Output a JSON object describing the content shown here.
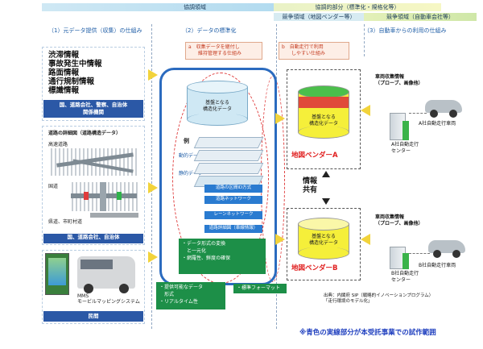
{
  "bands": {
    "cooperative": "協調領域",
    "mid": "協調的部分（標準化・規格化等）",
    "map_vendor": "競争領域（地図ベンダー等）",
    "automaker": "競争領域（自動車会社等）"
  },
  "headings": {
    "h1": "（1）元データ提供（収集）の仕組み",
    "h2": "（2）データの標準化",
    "h3": "（3）自動車からの利用の仕組み"
  },
  "left": {
    "info_items": [
      "渋滞情報",
      "事故発生中情報",
      "路面情報",
      "通行規制情報",
      "標識情報"
    ],
    "info_provider": "国、道路会社、警察、自治体\n関係機関",
    "road_title": "道路の詳細図（道路構造データ）",
    "highway": "高速道路",
    "national": "国道",
    "prefectural": "県道、市町村道",
    "road_provider": "国、道路会社、自治体",
    "mms": "MMS\nモービルマッピングシステム",
    "private": "民間"
  },
  "middle": {
    "label_a": "a　収集データを継付し\n　　維持管理する仕組み",
    "label_b": "b　自動走行で利用\n　　しやすい仕組み",
    "db_label": "基盤となる\n構造化データ",
    "example": "例",
    "dynamic": "動的データ",
    "static": "静的データ",
    "layers": [
      "道路の区間ID方式",
      "道路ネットワーク",
      "レーンネットワーク",
      "道路詳細図（車線情報）"
    ],
    "green_box": "・データ形式の変換\n　と一元化\n・網羅性、鮮度の確保",
    "bottom_left": "・提供可能なデータ\n　形式\n・リアルタイム性",
    "bottom_right": "・標準フォーマット"
  },
  "right": {
    "probe": "車両収集情報\n（プローブ、画像他）",
    "db_label": "基盤となる\n構造化データ",
    "vendor_a": "地図ベンダーA",
    "vendor_b": "地図ベンダーB",
    "sharing": "情報\n共有",
    "car_a": "A社自動走行車両",
    "center_a": "A社自動走行\nセンター",
    "car_b": "B社自動走行車両",
    "center_b": "B社自動走行\nセンター",
    "source": "出典：内閣府 SIP（戦略的イノベーションプログラム）\n「走行環境のモデル化」"
  },
  "footer_note": "※青色の実線部分が本受託事業での試作範囲",
  "colors": {
    "accent_blue": "#2b6bbf",
    "navy": "#2b58a6",
    "green": "#1d8f48",
    "vendor_red": "#e02020",
    "footer_blue": "#1f3fbf"
  }
}
